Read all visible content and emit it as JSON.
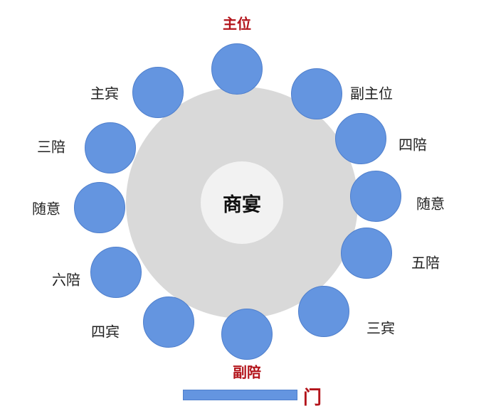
{
  "table_label": "商宴",
  "seat_color": "#6495e0",
  "highlight_color": "#b3141b",
  "seats": [
    {
      "label": "主位",
      "highlight": true
    },
    {
      "label": "副主位",
      "highlight": false
    },
    {
      "label": "四陪",
      "highlight": false
    },
    {
      "label": "随意",
      "highlight": false
    },
    {
      "label": "五陪",
      "highlight": false
    },
    {
      "label": "三宾",
      "highlight": false
    },
    {
      "label": "副陪",
      "highlight": true
    },
    {
      "label": "四宾",
      "highlight": false
    },
    {
      "label": "六陪",
      "highlight": false
    },
    {
      "label": "随意",
      "highlight": false
    },
    {
      "label": "三陪",
      "highlight": false
    },
    {
      "label": "主宾",
      "highlight": false
    }
  ],
  "door_label": "门"
}
